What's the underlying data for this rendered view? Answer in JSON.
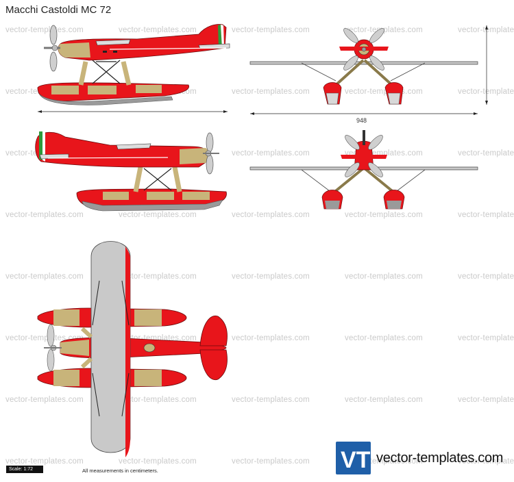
{
  "title": "Macchi Castoldi MC 72",
  "watermark": "vector-templates.com",
  "dimension_label": "948",
  "scale_label": "Scale: 1:72",
  "footnote": "All measurements in centimeters.",
  "logo": {
    "monogram": "VT",
    "site": "vector-templates.com"
  },
  "colors": {
    "fuselage_red": "#e8151b",
    "dark_red": "#b01116",
    "khaki": "#c8b47a",
    "wing_gray": "#c9c9c9",
    "float_gray": "#8a8a8a",
    "italian_green": "#2e9a3a",
    "brand_blue": "#1f5fa8"
  }
}
